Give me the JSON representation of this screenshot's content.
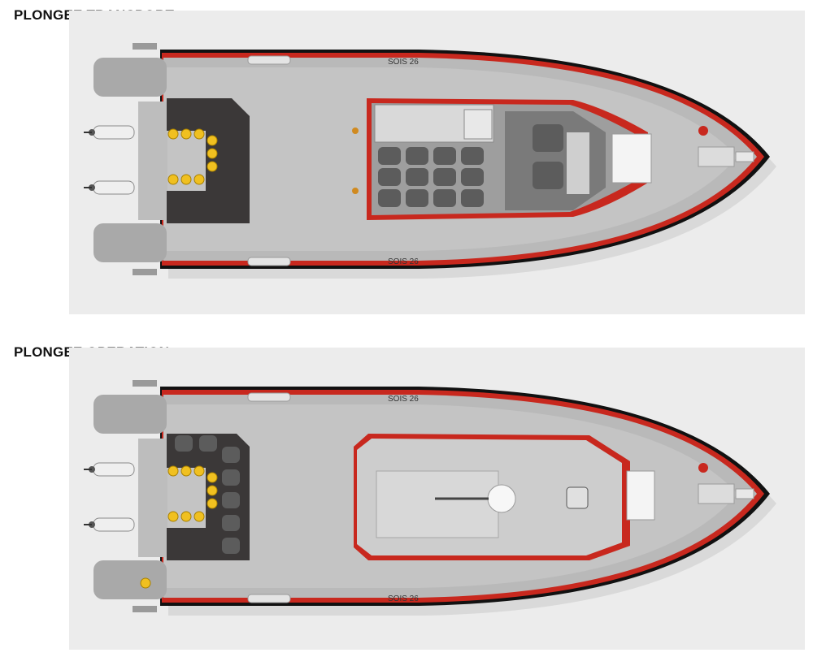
{
  "figure": {
    "panels": [
      {
        "title": "PLONGEE TRANSPORT",
        "hull_name": "SOIS 26",
        "mode": "transport"
      },
      {
        "title": "PLONGEE OPERATION",
        "hull_name": "SOIS 26",
        "mode": "operation"
      }
    ],
    "colors": {
      "deck": "#b9b9b9",
      "hull_stripe": "#c8281e",
      "hull_edge": "#111111",
      "tank_yellow": "#f0c020",
      "rack": "#3b3838",
      "seats": "#5c5c5c",
      "background": "#ececec"
    }
  }
}
